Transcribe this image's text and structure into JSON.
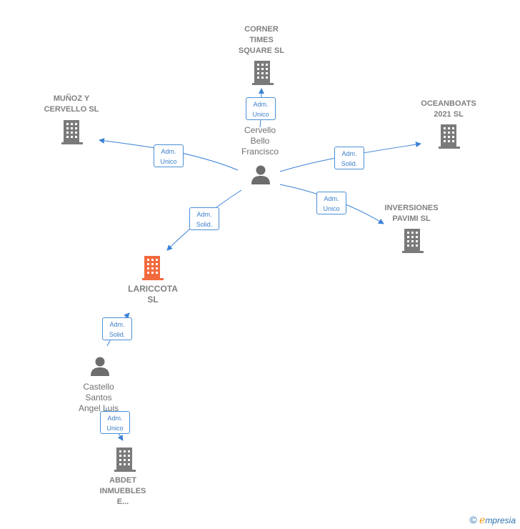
{
  "colors": {
    "edge": "#3b82d6",
    "building": "#7a7a7a",
    "building_focus": "#f26a3d",
    "person": "#6d6d6d",
    "badge_border": "#4a8fd6",
    "badge_text": "#3b7fc9"
  },
  "nodes": {
    "corner_times": {
      "label": "CORNER\nTIMES\nSQUARE  SL",
      "icon": "building-icon"
    },
    "munoz": {
      "label": "MUÑOZ Y\nCERVELLO SL",
      "icon": "building-icon"
    },
    "oceanboats": {
      "label": "OCEANBOATS\n2021  SL",
      "icon": "building-icon"
    },
    "inversiones": {
      "label": "INVERSIONES\nPAVIMI  SL",
      "icon": "building-icon"
    },
    "lariccota": {
      "label": "LARICCOTA\nSL",
      "icon": "building-icon"
    },
    "abdet": {
      "label": "ABDET\nINMUEBLES\nE...",
      "icon": "building-icon"
    },
    "cervello": {
      "label": "Cervello\nBello\nFrancisco",
      "icon": "person-icon"
    },
    "castello": {
      "label": "Castello\nSantos\nAngel Luis",
      "icon": "person-icon"
    }
  },
  "edges": [
    {
      "id": "to-corner",
      "line1": "Adm.",
      "line2": "Unico"
    },
    {
      "id": "to-munoz",
      "line1": "Adm.",
      "line2": "Unico"
    },
    {
      "id": "to-oceanboats",
      "line1": "Adm.",
      "line2": "Solid."
    },
    {
      "id": "to-inversiones",
      "line1": "Adm.",
      "line2": "Unico"
    },
    {
      "id": "to-lariccota",
      "line1": "Adm.",
      "line2": "Solid."
    },
    {
      "id": "castello-to-lariccota",
      "line1": "Adm.",
      "line2": "Solid."
    },
    {
      "id": "castello-to-abdet",
      "line1": "Adm.",
      "line2": "Unico"
    }
  ],
  "footer": {
    "copyright": "©",
    "brand_initial": "e",
    "brand_rest": "mpresia"
  }
}
